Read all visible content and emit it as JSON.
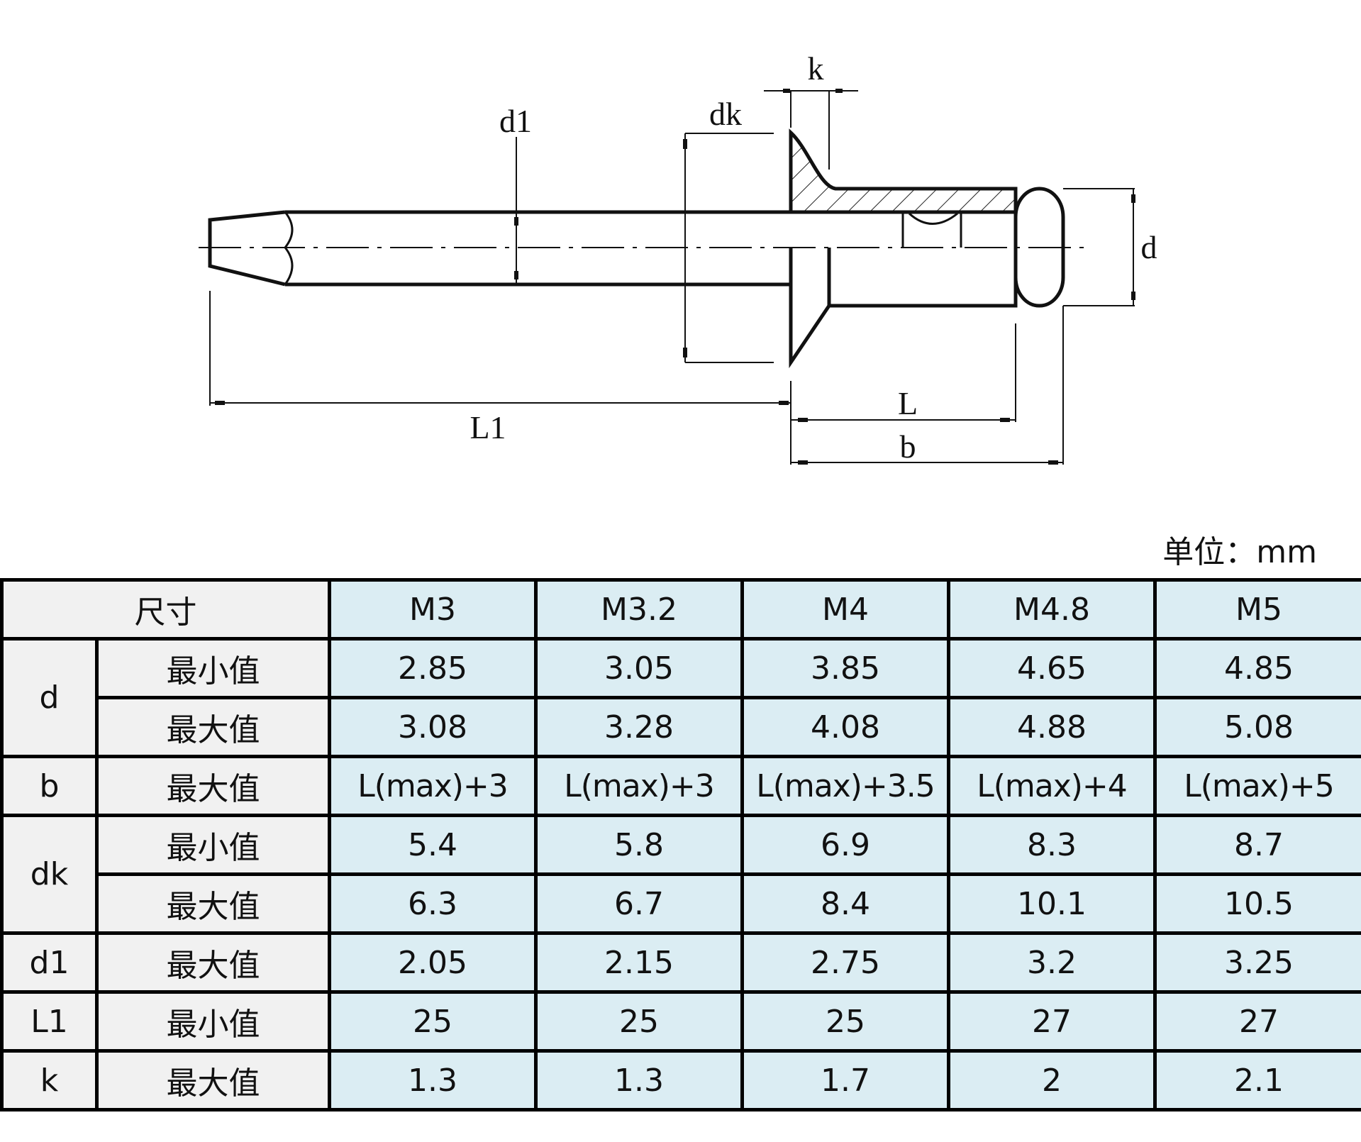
{
  "drawing": {
    "labels": {
      "d1": "d1",
      "dk": "dk",
      "k": "k",
      "d": "d",
      "L1": "L1",
      "L": "L",
      "b": "b"
    }
  },
  "unit_label": "单位：mm",
  "table": {
    "header": {
      "label": "尺寸",
      "sizes": [
        "M3",
        "M3.2",
        "M4",
        "M4.8",
        "M5"
      ]
    },
    "groups": [
      {
        "param": "d",
        "rows": [
          {
            "kind": "最小值",
            "values": [
              "2.85",
              "3.05",
              "3.85",
              "4.65",
              "4.85"
            ]
          },
          {
            "kind": "最大值",
            "values": [
              "3.08",
              "3.28",
              "4.08",
              "4.88",
              "5.08"
            ]
          }
        ]
      },
      {
        "param": "b",
        "rows": [
          {
            "kind": "最大值",
            "values": [
              "L(max)+3",
              "L(max)+3",
              "L(max)+3.5",
              "L(max)+4",
              "L(max)+5"
            ]
          }
        ]
      },
      {
        "param": "dk",
        "rows": [
          {
            "kind": "最小值",
            "values": [
              "5.4",
              "5.8",
              "6.9",
              "8.3",
              "8.7"
            ]
          },
          {
            "kind": "最大值",
            "values": [
              "6.3",
              "6.7",
              "8.4",
              "10.1",
              "10.5"
            ]
          }
        ]
      },
      {
        "param": "d1",
        "rows": [
          {
            "kind": "最大值",
            "values": [
              "2.05",
              "2.15",
              "2.75",
              "3.2",
              "3.25"
            ]
          }
        ]
      },
      {
        "param": "L1",
        "rows": [
          {
            "kind": "最小值",
            "values": [
              "25",
              "25",
              "25",
              "27",
              "27"
            ]
          }
        ]
      },
      {
        "param": "k",
        "rows": [
          {
            "kind": "最大值",
            "values": [
              "1.3",
              "1.3",
              "1.7",
              "2",
              "2.1"
            ]
          }
        ]
      }
    ]
  },
  "colors": {
    "label_cell_bg": "#f1f1f1",
    "value_cell_bg": "#dbedf3",
    "border": "#000000"
  }
}
